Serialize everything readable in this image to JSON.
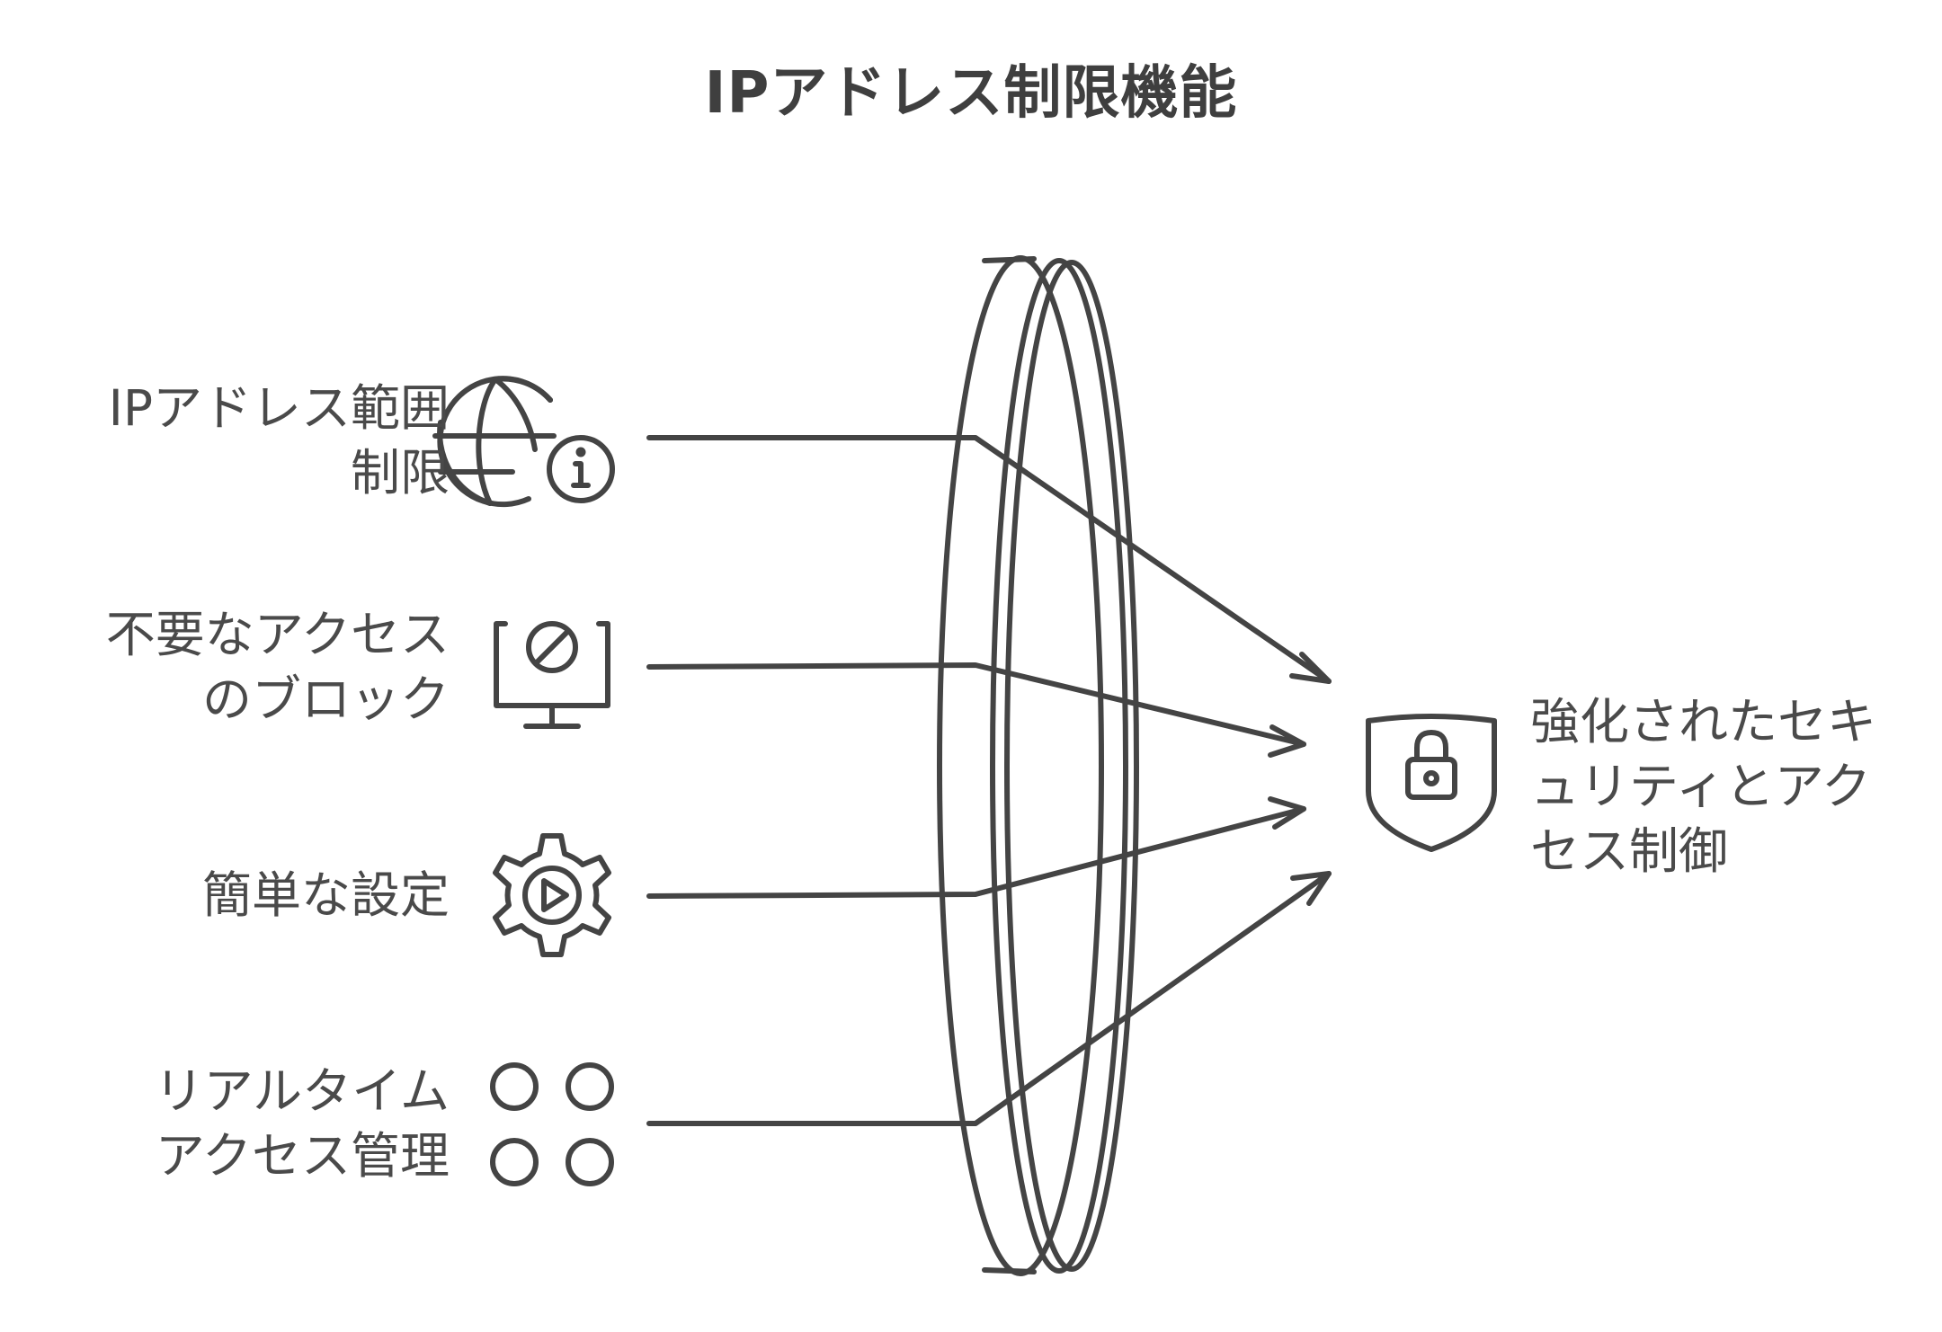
{
  "title": "IPアドレス制限機能",
  "inputs": [
    {
      "label": "IPアドレス範囲\n制限",
      "icon": "globe-info-icon"
    },
    {
      "label": "不要なアクセス\nのブロック",
      "icon": "monitor-block-icon"
    },
    {
      "label": "簡単な設定",
      "icon": "gear-play-icon"
    },
    {
      "label": "リアルタイム\nアクセス管理",
      "icon": "four-circles-icon"
    }
  ],
  "output": {
    "label": "強化されたセキ\nュリティとアク\nセス制御",
    "icon": "shield-lock-icon"
  },
  "lens": {
    "icon": "lens-disc"
  },
  "colors": {
    "stroke": "#444444",
    "text": "#4a4a4a",
    "background": "#ffffff"
  }
}
